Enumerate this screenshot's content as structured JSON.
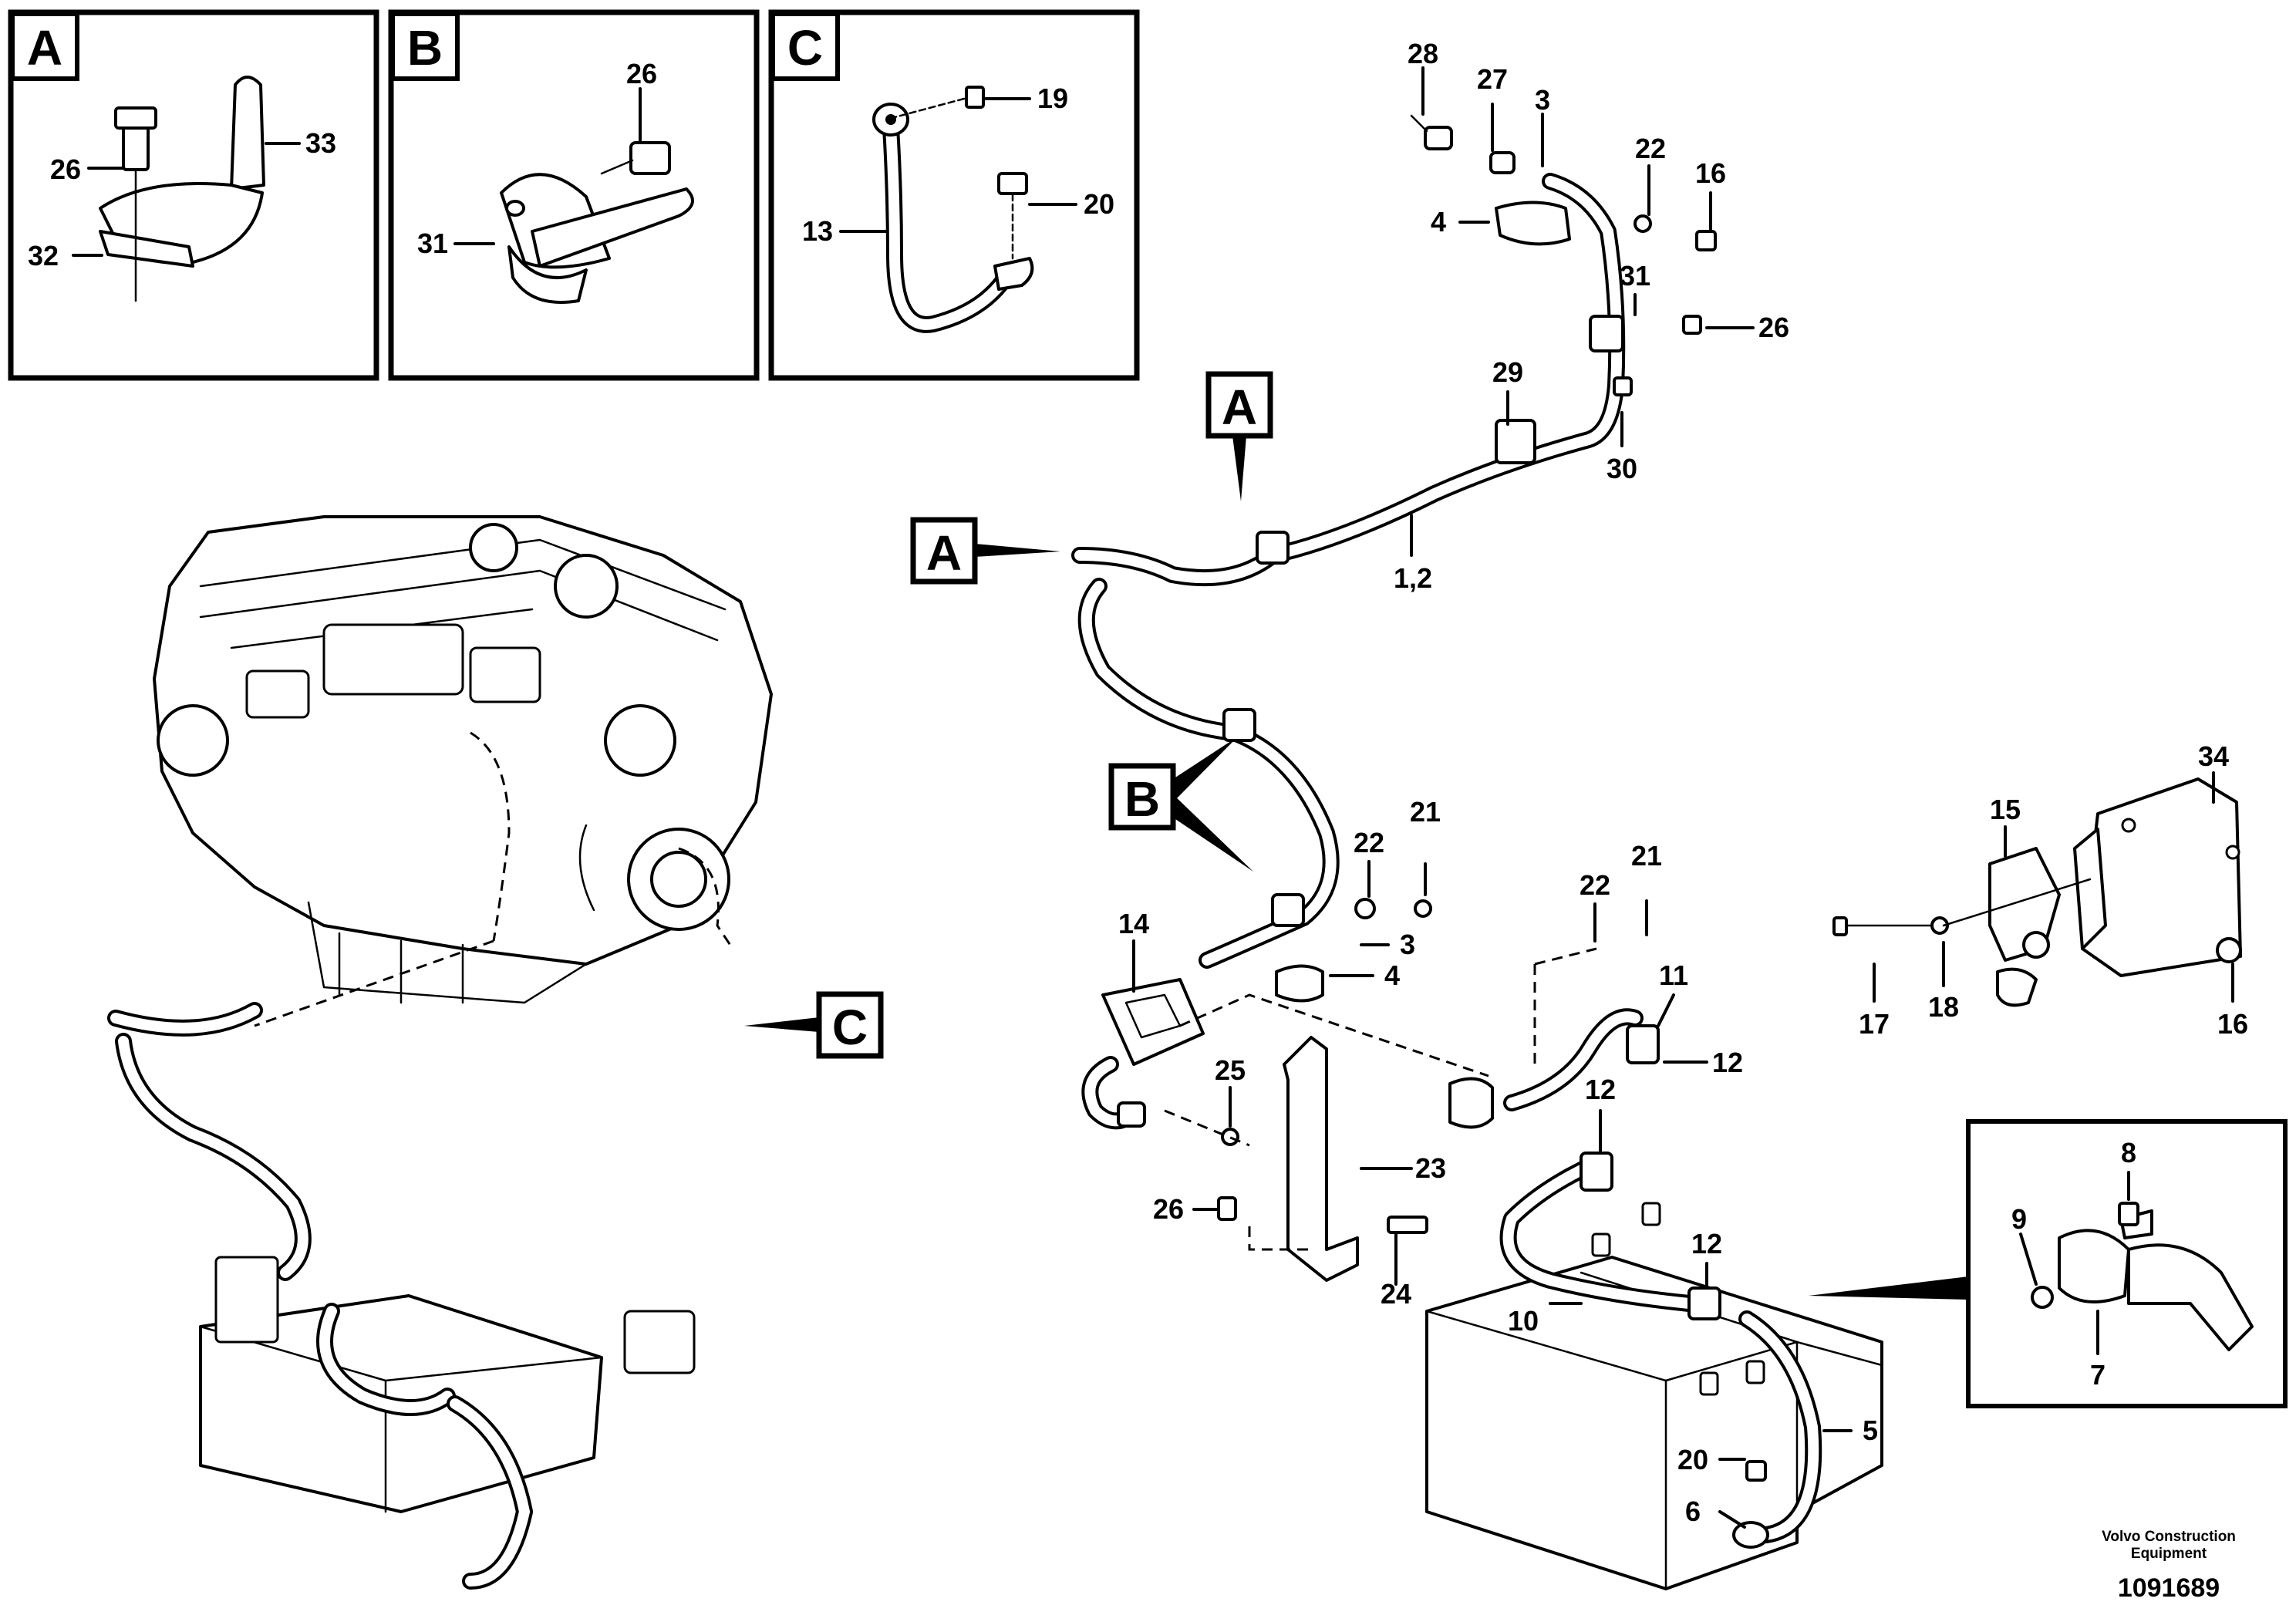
{
  "detail_views": [
    {
      "letter": "A",
      "labels": [
        "26",
        "33",
        "32"
      ]
    },
    {
      "letter": "B",
      "labels": [
        "26",
        "31"
      ]
    },
    {
      "letter": "C",
      "labels": [
        "19",
        "13",
        "20"
      ]
    }
  ],
  "callouts": {
    "view_a_upper": "A",
    "view_a_left": "A",
    "view_b": "B",
    "view_c": "C"
  },
  "labels": {
    "n28": "28",
    "n27": "27",
    "n3_top": "3",
    "n22_top": "22",
    "n16_top": "16",
    "n4_top": "4",
    "n31": "31",
    "n26_right": "26",
    "n29": "29",
    "n30": "30",
    "n1_2": "1,2",
    "n22_mid": "22",
    "n21_mid": "21",
    "n3_mid": "3",
    "n4_mid": "4",
    "n14": "14",
    "n25": "25",
    "n23": "23",
    "n26_low": "26",
    "n24": "24",
    "n22_r": "22",
    "n21_r": "21",
    "n11": "11",
    "n12_a": "12",
    "n12_b": "12",
    "n12_c": "12",
    "n10": "10",
    "n5": "5",
    "n20": "20",
    "n6": "6",
    "n34": "34",
    "n15": "15",
    "n17": "17",
    "n18": "18",
    "n16_r": "16",
    "n8": "8",
    "n9": "9",
    "n7": "7"
  },
  "footer": {
    "credit_line1": "Volvo Construction",
    "credit_line2": "Equipment",
    "document_number": "1091689"
  }
}
